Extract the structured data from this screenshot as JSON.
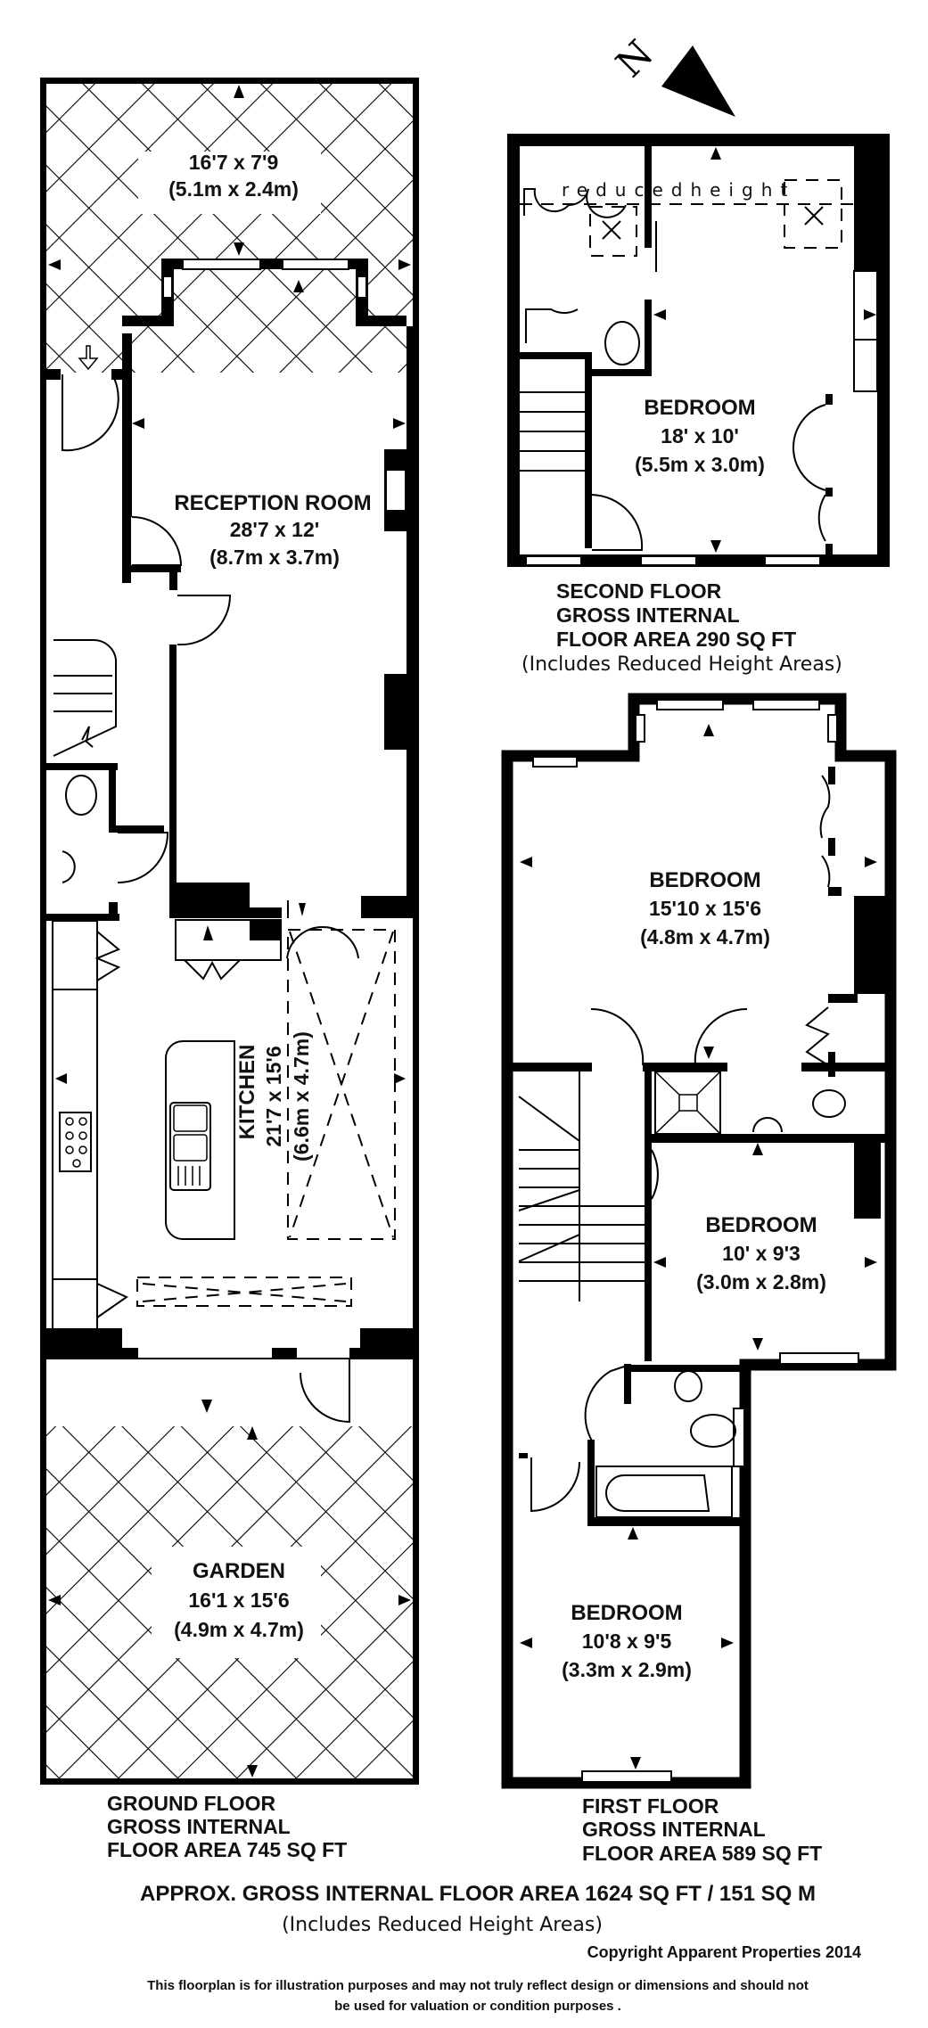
{
  "compass": {
    "label": "N",
    "icon": "north-arrow-icon"
  },
  "ground_floor": {
    "front_area": {
      "title": "",
      "dim_imperial": "16'7 x 7'9",
      "dim_metric": "(5.1m x 2.4m)"
    },
    "reception": {
      "title": "RECEPTION ROOM",
      "dim_imperial": "28'7 x 12'",
      "dim_metric": "(8.7m x 3.7m)"
    },
    "kitchen": {
      "title": "KITCHEN",
      "dim_imperial": "21'7 x 15'6",
      "dim_metric": "(6.6m x 4.7m)"
    },
    "garden": {
      "title": "GARDEN",
      "dim_imperial": "16'1 x 15'6",
      "dim_metric": "(4.9m x 4.7m)"
    },
    "label": {
      "line1": "GROUND FLOOR",
      "line2": "GROSS INTERNAL",
      "line3": "FLOOR AREA 745 SQ FT"
    }
  },
  "first_floor": {
    "bedroom_front": {
      "title": "BEDROOM",
      "dim_imperial": "15'10 x 15'6",
      "dim_metric": "(4.8m x 4.7m)"
    },
    "bedroom_middle": {
      "title": "BEDROOM",
      "dim_imperial": "10' x 9'3",
      "dim_metric": "(3.0m x 2.8m)"
    },
    "bedroom_rear": {
      "title": "BEDROOM",
      "dim_imperial": "10'8 x 9'5",
      "dim_metric": "(3.3m x 2.9m)"
    },
    "label": {
      "line1": "FIRST FLOOR",
      "line2": "GROSS INTERNAL",
      "line3": "FLOOR AREA 589 SQ FT"
    }
  },
  "second_floor": {
    "reduced_height_label": "reducedheight",
    "bedroom": {
      "title": "BEDROOM",
      "dim_imperial": "18' x 10'",
      "dim_metric": "(5.5m x 3.0m)"
    },
    "label": {
      "line1": "SECOND FLOOR",
      "line2": "GROSS INTERNAL",
      "line3": "FLOOR AREA 290 SQ FT",
      "note": "(Includes Reduced Height Areas)"
    }
  },
  "summary": {
    "total": "APPROX. GROSS INTERNAL FLOOR AREA 1624 SQ FT / 151 SQ M",
    "note": "(Includes Reduced Height Areas)",
    "copyright": "Copyright Apparent Properties 2014",
    "disclaimer_line1": "This floorplan is for illustration purposes and may not truly reflect design or dimensions and should not",
    "disclaimer_line2": "be used for valuation or condition purposes ."
  }
}
